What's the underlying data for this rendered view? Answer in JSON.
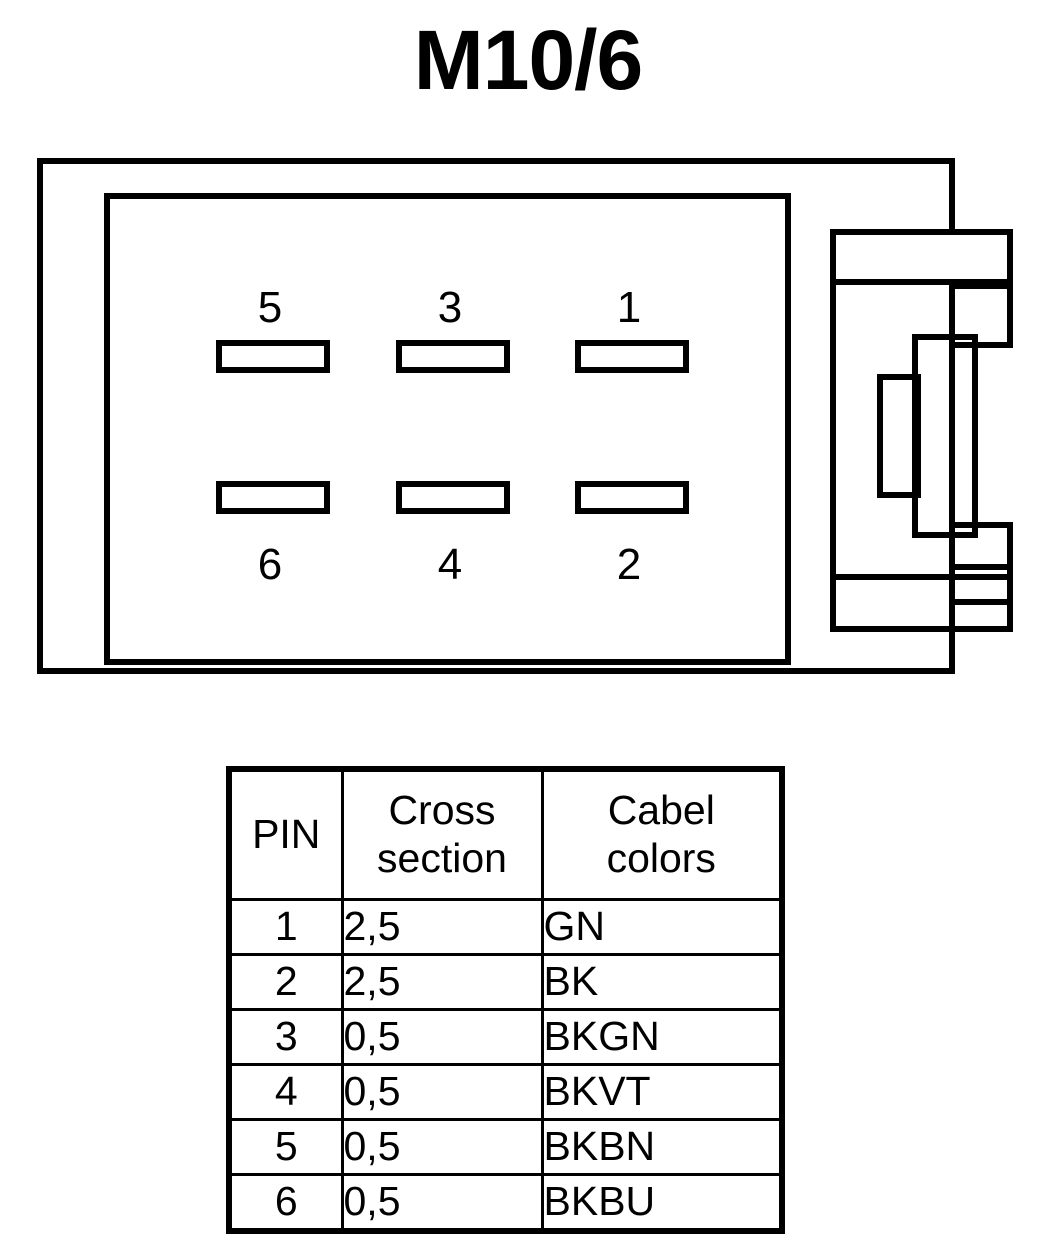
{
  "title": "M10/6",
  "connector": {
    "pins": [
      {
        "number": "5",
        "row": "top",
        "column": 1
      },
      {
        "number": "3",
        "row": "top",
        "column": 2
      },
      {
        "number": "1",
        "row": "top",
        "column": 3
      },
      {
        "number": "6",
        "row": "bottom",
        "column": 1
      },
      {
        "number": "4",
        "row": "bottom",
        "column": 2
      },
      {
        "number": "2",
        "row": "bottom",
        "column": 3
      }
    ]
  },
  "table": {
    "headers": {
      "pin": "PIN",
      "cross_section": "Cross section",
      "cable_colors": "Cabel colors"
    },
    "rows": [
      {
        "pin": "1",
        "cross_section": "2,5",
        "color": "GN"
      },
      {
        "pin": "2",
        "cross_section": "2,5",
        "color": "BK"
      },
      {
        "pin": "3",
        "cross_section": "0,5",
        "color": "BKGN"
      },
      {
        "pin": "4",
        "cross_section": "0,5",
        "color": "BKVT"
      },
      {
        "pin": "5",
        "cross_section": "0,5",
        "color": "BKBN"
      },
      {
        "pin": "6",
        "cross_section": "0,5",
        "color": "BKBU"
      }
    ]
  },
  "colors": {
    "line": "#000000",
    "background": "#ffffff"
  }
}
